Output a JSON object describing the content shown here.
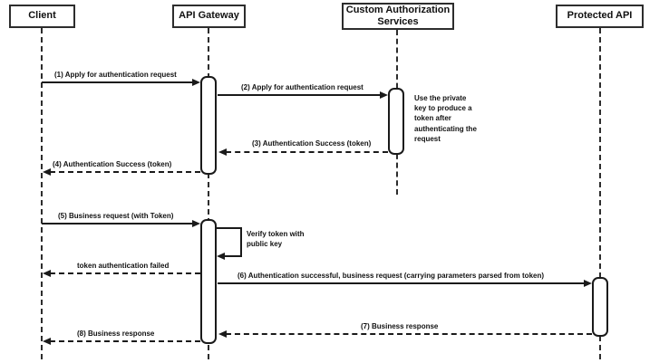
{
  "actors": [
    {
      "label": "Client"
    },
    {
      "label": "API Gateway"
    },
    {
      "label": "Custom Authorization Services"
    },
    {
      "label": "Protected API"
    }
  ],
  "messages": [
    {
      "label": "(1) Apply for authentication request",
      "from": "Client",
      "to": "API Gateway",
      "style": "solid"
    },
    {
      "label": "(2) Apply for authentication request",
      "from": "API Gateway",
      "to": "Custom Authorization Services",
      "style": "solid"
    },
    {
      "label": "(3) Authentication Success (token)",
      "from": "Custom Authorization Services",
      "to": "API Gateway",
      "style": "dashed"
    },
    {
      "label": "(4) Authentication Success (token)",
      "from": "API Gateway",
      "to": "Client",
      "style": "dashed"
    },
    {
      "label": "(5) Business request (with Token)",
      "from": "Client",
      "to": "API Gateway",
      "style": "solid"
    },
    {
      "label": "token authentication failed",
      "from": "API Gateway",
      "to": "Client",
      "style": "dashed"
    },
    {
      "label": "(6) Authentication successful, business request (carrying parameters parsed from token)",
      "from": "API Gateway",
      "to": "Protected API",
      "style": "solid"
    },
    {
      "label": "(7) Business response",
      "from": "Protected API",
      "to": "API Gateway",
      "style": "dashed"
    },
    {
      "label": "(8) Business response",
      "from": "API Gateway",
      "to": "Client",
      "style": "dashed"
    }
  ],
  "self_message": {
    "label": "Verify token with public key",
    "actor": "API Gateway"
  },
  "note": {
    "text": "Use the private key to produce a token after authenticating the request",
    "attached_to": "Custom Authorization Services"
  },
  "colors": {
    "line": "#1a1a1a",
    "background": "#ffffff"
  }
}
